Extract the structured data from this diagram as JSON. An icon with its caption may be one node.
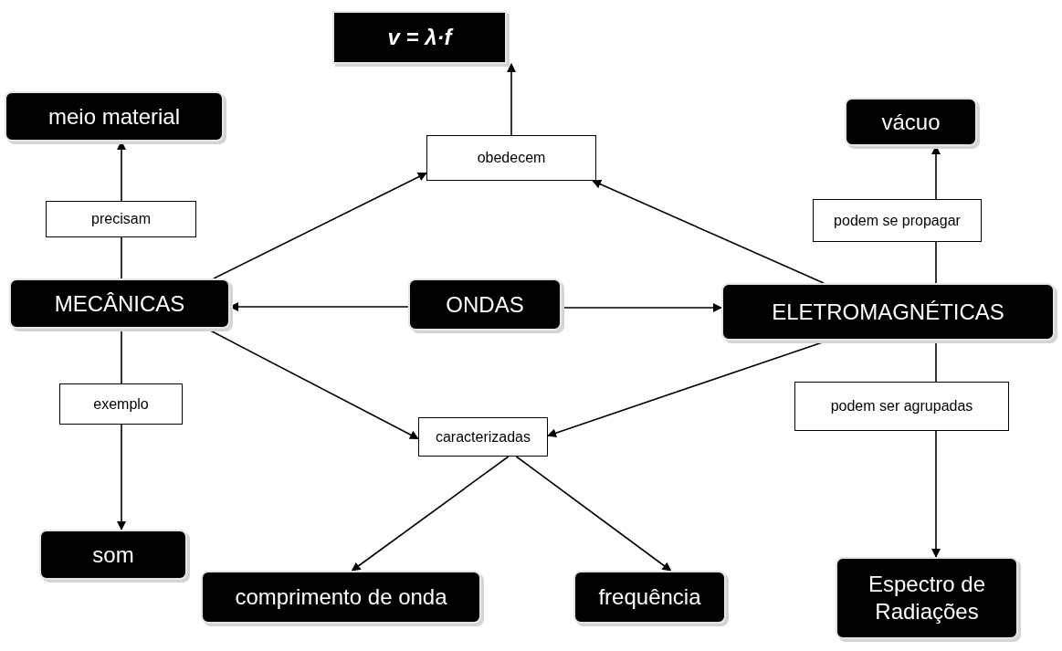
{
  "diagram": {
    "nodes": [
      {
        "text": [
          "v = λ·f"
        ]
      },
      {
        "text": [
          "meio material"
        ]
      },
      {
        "text": [
          "obedecem"
        ]
      },
      {
        "text": [
          "vácuo"
        ]
      },
      {
        "text": [
          "precisam"
        ]
      },
      {
        "text": [
          "podem se propagar"
        ]
      },
      {
        "text": [
          "MECÂNICAS"
        ]
      },
      {
        "text": [
          "ONDAS"
        ]
      },
      {
        "text": [
          "ELETROMAGNÉTICAS"
        ]
      },
      {
        "text": [
          "exemplo"
        ]
      },
      {
        "text": [
          "caracterizadas"
        ]
      },
      {
        "text": [
          "podem ser agrupadas"
        ]
      },
      {
        "text": [
          "som"
        ]
      },
      {
        "text": [
          "comprimento de onda"
        ]
      },
      {
        "text": [
          "frequência"
        ]
      },
      {
        "text": [
          "Espectro de Radiações"
        ]
      }
    ],
    "edges": [
      {
        "from": 7,
        "to": 6,
        "arrow": "to"
      },
      {
        "from": 7,
        "to": 8,
        "arrow": "to"
      },
      {
        "from": 6,
        "to": 4,
        "arrow": "none"
      },
      {
        "from": 4,
        "to": 1,
        "arrow": "to"
      },
      {
        "from": 6,
        "to": 2,
        "arrow": "to"
      },
      {
        "from": 8,
        "to": 2,
        "arrow": "to"
      },
      {
        "from": 2,
        "to": 0,
        "arrow": "to"
      },
      {
        "from": 8,
        "to": 5,
        "arrow": "none"
      },
      {
        "from": 5,
        "to": 3,
        "arrow": "to"
      },
      {
        "from": 6,
        "to": 9,
        "arrow": "none"
      },
      {
        "from": 9,
        "to": 12,
        "arrow": "to"
      },
      {
        "from": 6,
        "to": 10,
        "arrow": "to"
      },
      {
        "from": 8,
        "to": 10,
        "arrow": "to"
      },
      {
        "from": 10,
        "to": 13,
        "arrow": "to"
      },
      {
        "from": 10,
        "to": 14,
        "arrow": "to"
      },
      {
        "from": 8,
        "to": 11,
        "arrow": "none"
      },
      {
        "from": 11,
        "to": 15,
        "arrow": "to"
      }
    ]
  }
}
